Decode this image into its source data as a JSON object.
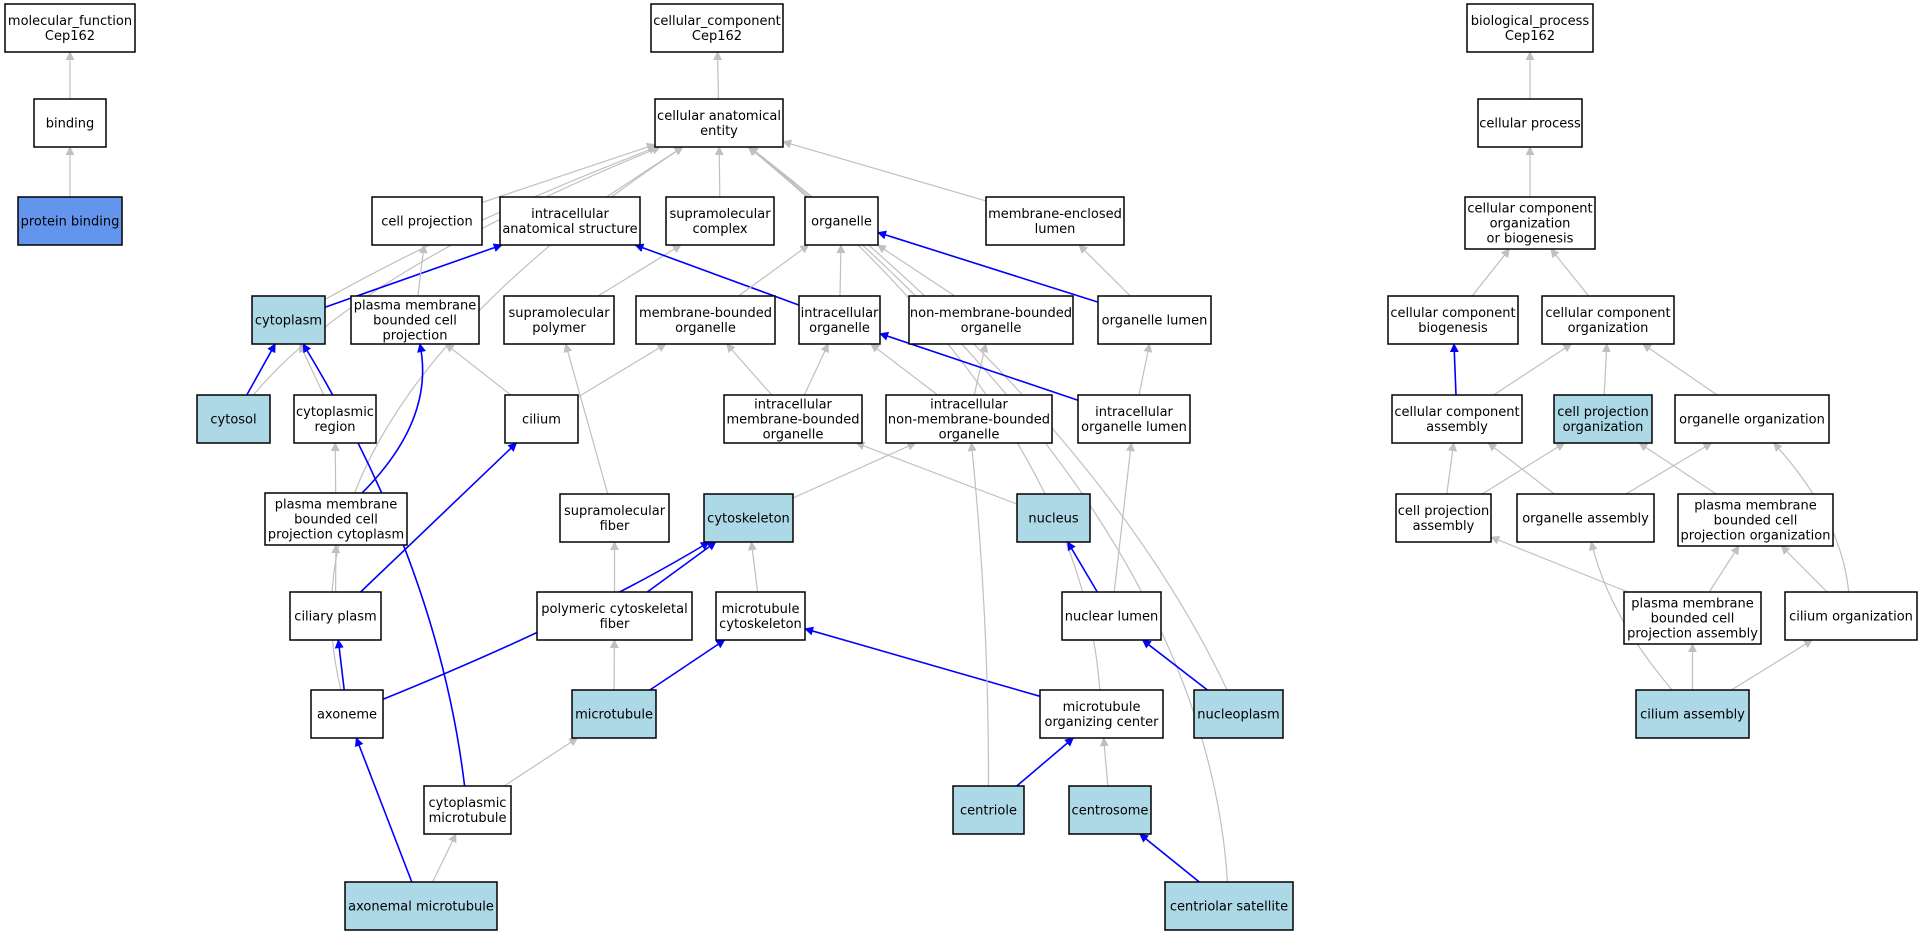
{
  "colors": {
    "node_fill": "#ffffff",
    "annotated_fill": "#add8e6",
    "query_fill": "#6495ed",
    "is_a_edge": "#c0c0c0",
    "part_of_edge": "#0000ff"
  },
  "nodes": [
    {
      "id": "mf_root",
      "lines": [
        "molecular_function",
        "Cep162"
      ],
      "style": "plain"
    },
    {
      "id": "binding",
      "lines": [
        "binding"
      ],
      "style": "plain"
    },
    {
      "id": "protein_binding",
      "lines": [
        "protein binding"
      ],
      "style": "query"
    },
    {
      "id": "cc_root",
      "lines": [
        "cellular_component",
        "Cep162"
      ],
      "style": "plain"
    },
    {
      "id": "cae",
      "lines": [
        "cellular anatomical",
        "entity"
      ],
      "style": "plain"
    },
    {
      "id": "cell_projection",
      "lines": [
        "cell projection"
      ],
      "style": "plain"
    },
    {
      "id": "ias",
      "lines": [
        "intracellular",
        "anatomical structure"
      ],
      "style": "plain"
    },
    {
      "id": "smc",
      "lines": [
        "supramolecular",
        "complex"
      ],
      "style": "plain"
    },
    {
      "id": "organelle",
      "lines": [
        "organelle"
      ],
      "style": "plain"
    },
    {
      "id": "mel",
      "lines": [
        "membrane-enclosed",
        "lumen"
      ],
      "style": "plain"
    },
    {
      "id": "cytoplasm",
      "lines": [
        "cytoplasm"
      ],
      "style": "annotated"
    },
    {
      "id": "pmbcp",
      "lines": [
        "plasma membrane",
        "bounded cell",
        "projection"
      ],
      "style": "plain"
    },
    {
      "id": "smp",
      "lines": [
        "supramolecular",
        "polymer"
      ],
      "style": "plain"
    },
    {
      "id": "mbo",
      "lines": [
        "membrane-bounded",
        "organelle"
      ],
      "style": "plain"
    },
    {
      "id": "io",
      "lines": [
        "intracellular",
        "organelle"
      ],
      "style": "plain"
    },
    {
      "id": "nmbo",
      "lines": [
        "non-membrane-bounded",
        "organelle"
      ],
      "style": "plain"
    },
    {
      "id": "ol",
      "lines": [
        "organelle lumen"
      ],
      "style": "plain"
    },
    {
      "id": "cytosol",
      "lines": [
        "cytosol"
      ],
      "style": "annotated"
    },
    {
      "id": "cyto_region",
      "lines": [
        "cytoplasmic",
        "region"
      ],
      "style": "plain"
    },
    {
      "id": "cilium",
      "lines": [
        "cilium"
      ],
      "style": "plain"
    },
    {
      "id": "imbo",
      "lines": [
        "intracellular",
        "membrane-bounded",
        "organelle"
      ],
      "style": "plain"
    },
    {
      "id": "inmbo",
      "lines": [
        "intracellular",
        "non-membrane-bounded",
        "organelle"
      ],
      "style": "plain"
    },
    {
      "id": "iol",
      "lines": [
        "intracellular",
        "organelle lumen"
      ],
      "style": "plain"
    },
    {
      "id": "pmbcpc",
      "lines": [
        "plasma membrane",
        "bounded cell",
        "projection cytoplasm"
      ],
      "style": "plain"
    },
    {
      "id": "smf",
      "lines": [
        "supramolecular",
        "fiber"
      ],
      "style": "plain"
    },
    {
      "id": "cytoskeleton",
      "lines": [
        "cytoskeleton"
      ],
      "style": "annotated"
    },
    {
      "id": "nucleus",
      "lines": [
        "nucleus"
      ],
      "style": "annotated"
    },
    {
      "id": "ciliary_plasm",
      "lines": [
        "ciliary plasm"
      ],
      "style": "plain"
    },
    {
      "id": "pcf",
      "lines": [
        "polymeric cytoskeletal",
        "fiber"
      ],
      "style": "plain"
    },
    {
      "id": "mt_cytoskeleton",
      "lines": [
        "microtubule",
        "cytoskeleton"
      ],
      "style": "plain"
    },
    {
      "id": "nuclear_lumen",
      "lines": [
        "nuclear lumen"
      ],
      "style": "plain"
    },
    {
      "id": "axoneme",
      "lines": [
        "axoneme"
      ],
      "style": "plain"
    },
    {
      "id": "microtubule",
      "lines": [
        "microtubule"
      ],
      "style": "annotated"
    },
    {
      "id": "mtoc",
      "lines": [
        "microtubule",
        "organizing center"
      ],
      "style": "plain"
    },
    {
      "id": "nucleoplasm",
      "lines": [
        "nucleoplasm"
      ],
      "style": "annotated"
    },
    {
      "id": "cmt",
      "lines": [
        "cytoplasmic",
        "microtubule"
      ],
      "style": "plain"
    },
    {
      "id": "centriole",
      "lines": [
        "centriole"
      ],
      "style": "annotated"
    },
    {
      "id": "centrosome",
      "lines": [
        "centrosome"
      ],
      "style": "annotated"
    },
    {
      "id": "axmt",
      "lines": [
        "axonemal microtubule"
      ],
      "style": "annotated"
    },
    {
      "id": "cen_sat",
      "lines": [
        "centriolar satellite"
      ],
      "style": "annotated"
    },
    {
      "id": "bp_root",
      "lines": [
        "biological_process",
        "Cep162"
      ],
      "style": "plain"
    },
    {
      "id": "cell_process",
      "lines": [
        "cellular process"
      ],
      "style": "plain"
    },
    {
      "id": "ccob",
      "lines": [
        "cellular component",
        "organization",
        "or biogenesis"
      ],
      "style": "plain"
    },
    {
      "id": "ccb",
      "lines": [
        "cellular component",
        "biogenesis"
      ],
      "style": "plain"
    },
    {
      "id": "cco",
      "lines": [
        "cellular component",
        "organization"
      ],
      "style": "plain"
    },
    {
      "id": "cca",
      "lines": [
        "cellular component",
        "assembly"
      ],
      "style": "plain"
    },
    {
      "id": "cpo",
      "lines": [
        "cell projection",
        "organization"
      ],
      "style": "annotated"
    },
    {
      "id": "oo",
      "lines": [
        "organelle organization"
      ],
      "style": "plain"
    },
    {
      "id": "cpa",
      "lines": [
        "cell projection",
        "assembly"
      ],
      "style": "plain"
    },
    {
      "id": "oa",
      "lines": [
        "organelle assembly"
      ],
      "style": "plain"
    },
    {
      "id": "pmbcpo",
      "lines": [
        "plasma membrane",
        "bounded cell",
        "projection organization"
      ],
      "style": "plain"
    },
    {
      "id": "pmbcpa",
      "lines": [
        "plasma membrane",
        "bounded cell",
        "projection assembly"
      ],
      "style": "plain"
    },
    {
      "id": "cil_org",
      "lines": [
        "cilium organization"
      ],
      "style": "plain"
    },
    {
      "id": "cil_asm",
      "lines": [
        "cilium assembly"
      ],
      "style": "annotated"
    }
  ],
  "edges": [
    {
      "from": "binding",
      "to": "mf_root",
      "type": "is_a"
    },
    {
      "from": "protein_binding",
      "to": "binding",
      "type": "is_a"
    },
    {
      "from": "cae",
      "to": "cc_root",
      "type": "is_a"
    },
    {
      "from": "cell_projection",
      "to": "cae",
      "type": "is_a"
    },
    {
      "from": "ias",
      "to": "cae",
      "type": "is_a"
    },
    {
      "from": "smc",
      "to": "cae",
      "type": "is_a"
    },
    {
      "from": "organelle",
      "to": "cae",
      "type": "is_a"
    },
    {
      "from": "mel",
      "to": "cae",
      "type": "is_a"
    },
    {
      "from": "cytoplasm",
      "to": "cae",
      "type": "is_a"
    },
    {
      "from": "cytosol",
      "to": "cae",
      "type": "is_a"
    },
    {
      "from": "axoneme",
      "to": "cae",
      "type": "is_a"
    },
    {
      "from": "nucleoplasm",
      "to": "cae",
      "type": "is_a"
    },
    {
      "from": "mtoc",
      "to": "cae",
      "type": "is_a"
    },
    {
      "from": "cen_sat",
      "to": "cae",
      "type": "is_a"
    },
    {
      "from": "cytoplasm",
      "to": "ias",
      "type": "part_of"
    },
    {
      "from": "pmbcp",
      "to": "cell_projection",
      "type": "is_a"
    },
    {
      "from": "smp",
      "to": "smc",
      "type": "is_a"
    },
    {
      "from": "io",
      "to": "ias",
      "type": "part_of"
    },
    {
      "from": "mbo",
      "to": "organelle",
      "type": "is_a"
    },
    {
      "from": "io",
      "to": "organelle",
      "type": "is_a"
    },
    {
      "from": "nmbo",
      "to": "organelle",
      "type": "is_a"
    },
    {
      "from": "ol",
      "to": "organelle",
      "type": "part_of"
    },
    {
      "from": "ol",
      "to": "mel",
      "type": "is_a"
    },
    {
      "from": "cytosol",
      "to": "cytoplasm",
      "type": "part_of"
    },
    {
      "from": "cyto_region",
      "to": "cytoplasm",
      "type": "is_a"
    },
    {
      "from": "cilium",
      "to": "pmbcp",
      "type": "is_a"
    },
    {
      "from": "cilium",
      "to": "mbo",
      "type": "is_a"
    },
    {
      "from": "imbo",
      "to": "mbo",
      "type": "is_a"
    },
    {
      "from": "imbo",
      "to": "io",
      "type": "is_a"
    },
    {
      "from": "inmbo",
      "to": "io",
      "type": "is_a"
    },
    {
      "from": "inmbo",
      "to": "nmbo",
      "type": "is_a"
    },
    {
      "from": "iol",
      "to": "io",
      "type": "part_of"
    },
    {
      "from": "iol",
      "to": "ol",
      "type": "is_a"
    },
    {
      "from": "pmbcpc",
      "to": "cyto_region",
      "type": "is_a"
    },
    {
      "from": "pmbcpc",
      "to": "pmbcp",
      "type": "part_of"
    },
    {
      "from": "ciliary_plasm",
      "to": "pmbcpc",
      "type": "is_a"
    },
    {
      "from": "ciliary_plasm",
      "to": "cilium",
      "type": "part_of"
    },
    {
      "from": "smf",
      "to": "smp",
      "type": "is_a"
    },
    {
      "from": "pcf",
      "to": "smf",
      "type": "is_a"
    },
    {
      "from": "pcf",
      "to": "cytoskeleton",
      "type": "part_of"
    },
    {
      "from": "cytoskeleton",
      "to": "inmbo",
      "type": "is_a"
    },
    {
      "from": "nucleus",
      "to": "imbo",
      "type": "is_a"
    },
    {
      "from": "mt_cytoskeleton",
      "to": "cytoskeleton",
      "type": "is_a"
    },
    {
      "from": "nuclear_lumen",
      "to": "iol",
      "type": "is_a"
    },
    {
      "from": "nuclear_lumen",
      "to": "nucleus",
      "type": "part_of"
    },
    {
      "from": "axoneme",
      "to": "ciliary_plasm",
      "type": "part_of"
    },
    {
      "from": "axoneme",
      "to": "cytoskeleton",
      "type": "part_of"
    },
    {
      "from": "microtubule",
      "to": "pcf",
      "type": "is_a"
    },
    {
      "from": "microtubule",
      "to": "mt_cytoskeleton",
      "type": "part_of"
    },
    {
      "from": "mtoc",
      "to": "mt_cytoskeleton",
      "type": "part_of"
    },
    {
      "from": "nucleoplasm",
      "to": "nuclear_lumen",
      "type": "part_of"
    },
    {
      "from": "cmt",
      "to": "cytoplasm",
      "type": "part_of"
    },
    {
      "from": "cmt",
      "to": "microtubule",
      "type": "is_a"
    },
    {
      "from": "centriole",
      "to": "mtoc",
      "type": "part_of"
    },
    {
      "from": "centriole",
      "to": "inmbo",
      "type": "is_a"
    },
    {
      "from": "centrosome",
      "to": "mtoc",
      "type": "is_a"
    },
    {
      "from": "axmt",
      "to": "axoneme",
      "type": "part_of"
    },
    {
      "from": "axmt",
      "to": "cmt",
      "type": "is_a"
    },
    {
      "from": "cen_sat",
      "to": "centrosome",
      "type": "part_of"
    },
    {
      "from": "cell_process",
      "to": "bp_root",
      "type": "is_a"
    },
    {
      "from": "ccob",
      "to": "cell_process",
      "type": "is_a"
    },
    {
      "from": "ccb",
      "to": "ccob",
      "type": "is_a"
    },
    {
      "from": "cco",
      "to": "ccob",
      "type": "is_a"
    },
    {
      "from": "cca",
      "to": "ccb",
      "type": "part_of"
    },
    {
      "from": "cca",
      "to": "cco",
      "type": "is_a"
    },
    {
      "from": "cpo",
      "to": "cco",
      "type": "is_a"
    },
    {
      "from": "oo",
      "to": "cco",
      "type": "is_a"
    },
    {
      "from": "cpa",
      "to": "cca",
      "type": "is_a"
    },
    {
      "from": "cpa",
      "to": "cpo",
      "type": "is_a"
    },
    {
      "from": "oa",
      "to": "cca",
      "type": "is_a"
    },
    {
      "from": "oa",
      "to": "oo",
      "type": "is_a"
    },
    {
      "from": "pmbcpo",
      "to": "cpo",
      "type": "is_a"
    },
    {
      "from": "pmbcpa",
      "to": "cpa",
      "type": "is_a"
    },
    {
      "from": "pmbcpa",
      "to": "pmbcpo",
      "type": "is_a"
    },
    {
      "from": "cil_org",
      "to": "pmbcpo",
      "type": "is_a"
    },
    {
      "from": "cil_org",
      "to": "oo",
      "type": "is_a"
    },
    {
      "from": "cil_asm",
      "to": "pmbcpa",
      "type": "is_a"
    },
    {
      "from": "cil_asm",
      "to": "cil_org",
      "type": "is_a"
    },
    {
      "from": "cil_asm",
      "to": "oa",
      "type": "is_a"
    }
  ]
}
